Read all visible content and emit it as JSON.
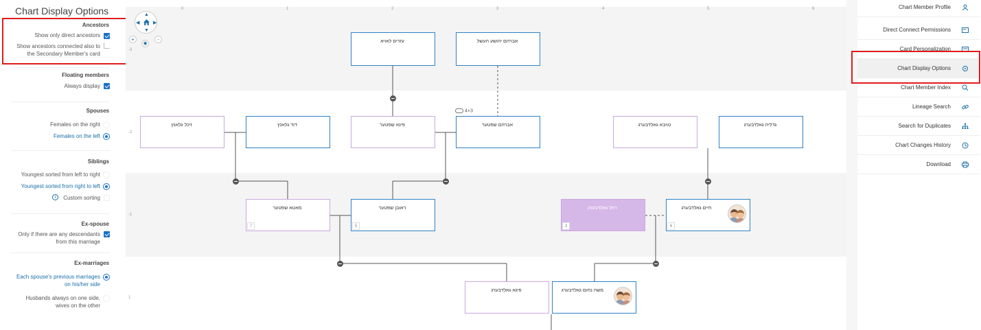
{
  "left_panel": {
    "title": "Chart Display Options",
    "ancestors": {
      "heading": "Ancestors",
      "direct_only": "Show only direct ancestors",
      "connected_secondary": "Show ancestors connected also to the Secondary Member's card"
    },
    "floating": {
      "heading": "Floating members",
      "always": "Always display"
    },
    "spouses": {
      "heading": "Spouses",
      "right": "Females on the right",
      "left": "Females on the left"
    },
    "siblings": {
      "heading": "Siblings",
      "ltr": "Youngest sorted from left to right",
      "rtl": "Youngest sorted from right to left",
      "custom": "Custom sorting"
    },
    "exspouse": {
      "heading": "Ex-spouse",
      "only_desc": "Only if there are any descendants from this marriage"
    },
    "exmarriages": {
      "heading": "Ex-marriages",
      "each_side": "Each spouse's previous marriages on his/her side",
      "husbands": "Husbands always on one side, wives on the other"
    }
  },
  "chart": {
    "col_labels": [
      "0",
      "1",
      "2",
      "3",
      "4",
      "5",
      "6"
    ],
    "row_labels": [
      "-3",
      "-2",
      "-1",
      "1"
    ],
    "cloud_count": "4+3",
    "cards": {
      "c1": {
        "name": "עזרים לאויא"
      },
      "c2": {
        "name": "אברהם יהושע העשל"
      },
      "c3": {
        "name": "זיכל גלאנץ"
      },
      "c4": {
        "name": "דוד גלאנץ"
      },
      "c5": {
        "name": "פינא שפטער"
      },
      "c6": {
        "name": "אברהם שפטער"
      },
      "c7": {
        "name": "טויבא גאלדבערג"
      },
      "c8": {
        "name": "גדליה גאלדבערג"
      },
      "c9": {
        "name": "מאטא שפטער",
        "badge": "7"
      },
      "c10": {
        "name": "ראובן שפטער",
        "badge": "5"
      },
      "c11": {
        "name": "רחל גאלדבערג",
        "badge": "3"
      },
      "c12": {
        "name": "חיים גאלדבערג",
        "badge": "6"
      },
      "c13": {
        "name": "פיגא גאלדבערג"
      },
      "c14": {
        "name": "משה נחום גאלדבערג"
      }
    }
  },
  "right_menu": {
    "items": [
      {
        "label": "Chart Member Profile",
        "icon": "person-icon"
      },
      {
        "label": "Direct Connect Permissions",
        "icon": "id-card-icon"
      },
      {
        "label": "Card Personalization",
        "icon": "card-edit-icon"
      },
      {
        "label": "Chart Display Options",
        "icon": "display-options-icon",
        "active": true
      },
      {
        "label": "Chart Member Index",
        "icon": "search-icon"
      },
      {
        "label": "Lineage Search",
        "icon": "link-icon"
      },
      {
        "label": "Search for Duplicates",
        "icon": "hierarchy-icon"
      },
      {
        "label": "Chart Changes History",
        "icon": "history-icon"
      },
      {
        "label": "Download",
        "icon": "download-icon"
      }
    ]
  },
  "colors": {
    "accent": "#1a73c7",
    "highlight_box": "#e01b1b",
    "male_border": "#2f80c4",
    "female_border": "#c9a7de",
    "female_fill": "#d5b8e8"
  }
}
